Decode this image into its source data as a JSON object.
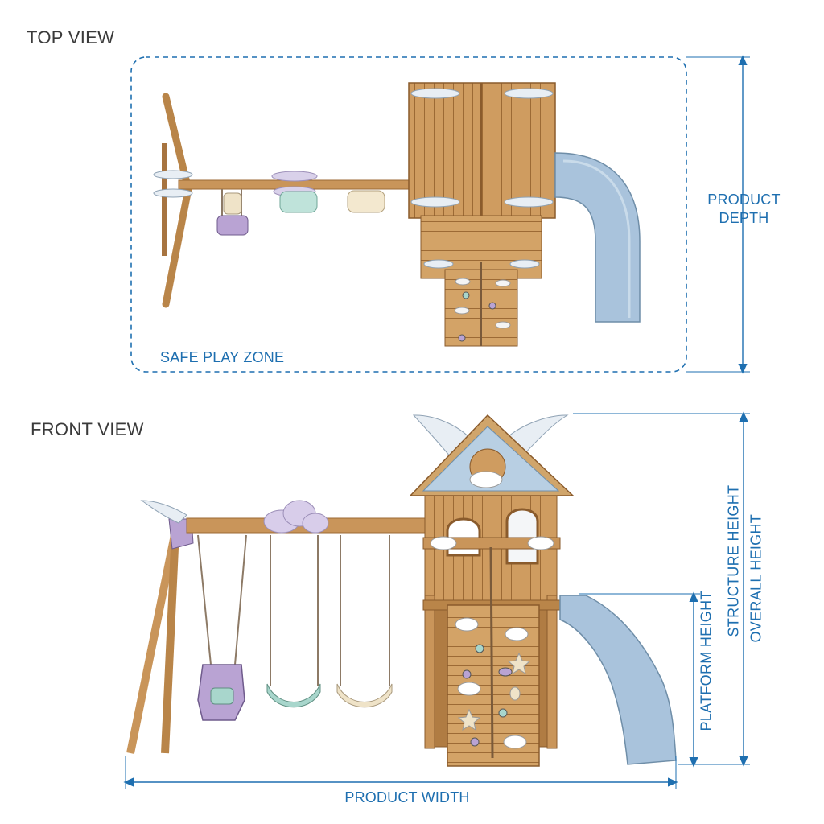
{
  "top_view": {
    "title": "TOP VIEW",
    "zone_label": "SAFE PLAY ZONE",
    "depth_label_line1": "PRODUCT",
    "depth_label_line2": "DEPTH"
  },
  "front_view": {
    "title": "FRONT VIEW",
    "width_label": "PRODUCT WIDTH",
    "platform_height_label": "PLATFORM HEIGHT",
    "structure_height_label": "STRUCTURE HEIGHT",
    "overall_height_label": "OVERALL HEIGHT"
  },
  "colors": {
    "dimension": "#1e6fb0",
    "wood": "#c9955a",
    "wood_dark": "#9c6a35",
    "slide": "#a9c3dc",
    "swing_lilac": "#b9a3d3",
    "swing_mint": "#a8d6cc",
    "swing_cream": "#efe3c8"
  }
}
